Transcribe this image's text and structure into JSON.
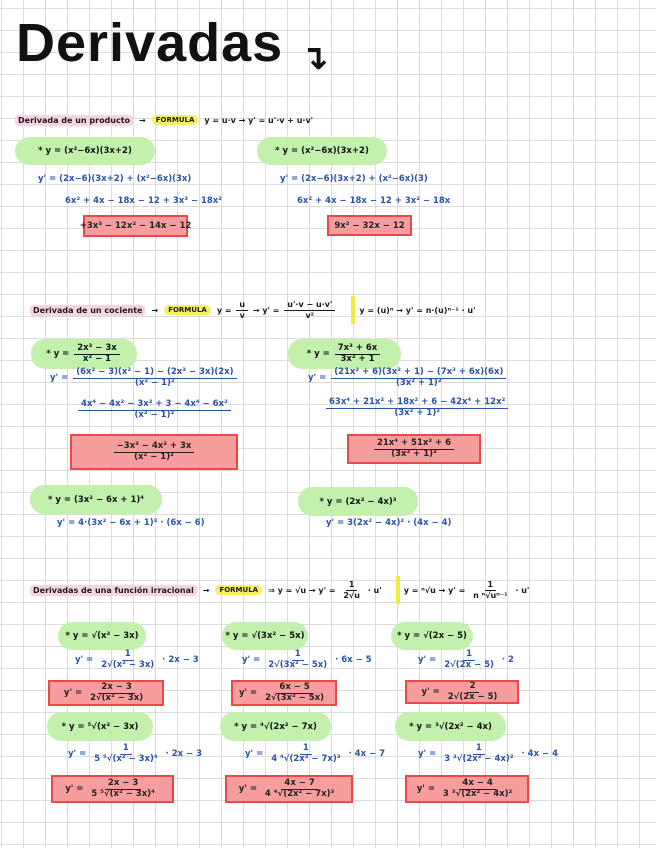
{
  "title": "Derivadas",
  "title_arrow": "↴",
  "sections": [
    {
      "heading": {
        "label": "Derivada de un producto",
        "arrow": "→",
        "formula_tag": "FORMULA",
        "formula": [
          "y = u·v → y' = u'·v + u·v'"
        ]
      },
      "examples": [
        {
          "given": [
            "* y = (x²−6x)(3x+2)"
          ],
          "steps": [
            [
              "y' = (2x−6)(3x+2) + (x²−6x)(3x)"
            ],
            [
              "6x² + 4x − 18x − 12 + 3x³ − 18x²"
            ]
          ],
          "result": [
            "+3x³ − 12x² − 14x − 12"
          ]
        },
        {
          "given": [
            "* y = (x²−6x)(3x+2)"
          ],
          "steps": [
            [
              "y' = (2x−6)(3x+2) + (x²−6x)(3)"
            ],
            [
              "6x² + 4x − 18x − 12 + 3x² − 18x"
            ]
          ],
          "result": [
            "9x² − 32x − 12"
          ]
        }
      ]
    },
    {
      "heading": {
        "label": "Derivada de un cociente",
        "arrow": "→",
        "formula_tag": "FORMULA",
        "formula": [
          "y = ",
          {
            "num": "u",
            "den": "v"
          },
          " → y' = ",
          {
            "num": "u'·v − u·v'",
            "den": "v²"
          }
        ],
        "formula2": [
          "y = (u)ⁿ → y' = n·(u)ⁿ⁻¹ · u'"
        ]
      },
      "examples": [
        {
          "given": [
            "* y = ",
            {
              "num": "2x³ − 3x",
              "den": "x² − 1"
            }
          ],
          "steps": [
            [
              "y' = ",
              {
                "num": "(6x² − 3)(x² − 1) − (2x³ − 3x)(2x)",
                "den": "(x² − 1)²"
              }
            ],
            [
              {
                "num": "4x⁴ − 4x² − 3x² + 3 − 4x⁴ − 6x²",
                "den": "(x² − 1)²"
              }
            ]
          ],
          "result": [
            {
              "num": "−3x³ − 4x² + 3x",
              "den": "(x² − 1)²"
            }
          ]
        },
        {
          "given": [
            "* y = ",
            {
              "num": "7x³ + 6x",
              "den": "3x² + 1"
            }
          ],
          "steps": [
            [
              "y' = ",
              {
                "num": "(21x² + 6)(3x² + 1) − (7x³ + 6x)(6x)",
                "den": "(3x² + 1)²"
              }
            ],
            [
              {
                "num": "63x⁴ + 21x² + 18x² + 6 − 42x⁴ + 12x²",
                "den": "(3x² + 1)²"
              }
            ]
          ],
          "result": [
            {
              "num": "21x⁴ + 51x² + 6",
              "den": "(3x² + 1)²"
            }
          ]
        },
        {
          "given": [
            "* y = (3x² − 6x + 1)⁴"
          ],
          "steps": [
            [
              "y' = 4·(3x² − 6x + 1)³ · (6x − 6)"
            ]
          ]
        },
        {
          "given": [
            "* y = (2x² − 4x)³"
          ],
          "steps": [
            [
              "y' = 3(2x² − 4x)² · (4x − 4)"
            ]
          ]
        }
      ]
    },
    {
      "heading": {
        "label": "Derivadas de una función irracional",
        "arrow": "→",
        "formula_tag": "FORMULA",
        "formula": [
          "⇒ y = √u → y' = ",
          {
            "num": "1",
            "den": "2√u"
          },
          " · u'"
        ],
        "formula2": [
          "y = ⁿ√u → y' = ",
          {
            "num": "1",
            "den": "n ⁿ√uⁿ⁻¹"
          },
          " · u'"
        ]
      },
      "examples": [
        {
          "given": [
            "* y = √(x² − 3x)"
          ],
          "steps": [
            [
              "y' = ",
              {
                "num": "1",
                "den": "2√(x² − 3x)"
              },
              " · 2x − 3"
            ]
          ],
          "result": [
            "y' = ",
            {
              "num": "2x − 3",
              "den": "2√(x² − 3x)"
            }
          ]
        },
        {
          "given": [
            "* y = √(3x² − 5x)"
          ],
          "steps": [
            [
              "y' = ",
              {
                "num": "1",
                "den": "2√(3x² − 5x)"
              },
              " · 6x − 5"
            ]
          ],
          "result": [
            "y' = ",
            {
              "num": "6x − 5",
              "den": "2√(3x² − 5x)"
            }
          ]
        },
        {
          "given": [
            "* y = √(2x − 5)"
          ],
          "steps": [
            [
              "y' = ",
              {
                "num": "1",
                "den": "2√(2x − 5)"
              },
              " · 2"
            ]
          ],
          "result": [
            "y' = ",
            {
              "num": "2",
              "den": "2√(2x − 5)"
            }
          ]
        },
        {
          "given": [
            "* y = ⁵√(x² − 3x)"
          ],
          "steps": [
            [
              "y' = ",
              {
                "num": "1",
                "den": "5 ⁵√(x² − 3x)⁴"
              },
              " · 2x − 3"
            ]
          ],
          "result": [
            "y' = ",
            {
              "num": "2x − 3",
              "den": "5 ⁵√(x² − 3x)⁴"
            }
          ]
        },
        {
          "given": [
            "* y = ⁴√(2x² − 7x)"
          ],
          "steps": [
            [
              "y' = ",
              {
                "num": "1",
                "den": "4 ⁴√(2x² − 7x)³"
              },
              " · 4x − 7"
            ]
          ],
          "result": [
            "y' = ",
            {
              "num": "4x − 7",
              "den": "4 ⁴√(2x² − 7x)³"
            }
          ]
        },
        {
          "given": [
            "* y = ³√(2x² − 4x)"
          ],
          "steps": [
            [
              "y' = ",
              {
                "num": "1",
                "den": "3 ³√(2x² − 4x)²"
              },
              " · 4x − 4"
            ]
          ],
          "result": [
            "y' = ",
            {
              "num": "4x − 4",
              "den": "3 ³√(2x² − 4x)²"
            }
          ]
        }
      ]
    }
  ],
  "colors": {
    "pill": "#c3f1ad",
    "result_fill": "#f79d9d",
    "result_border": "#e84a4a",
    "steps": "#2b53a6",
    "highlight_pink": "#f9d3e2",
    "highlight_yellow": "#f5f05a"
  }
}
